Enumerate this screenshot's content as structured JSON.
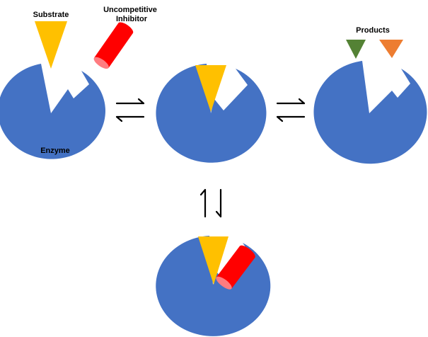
{
  "labels": {
    "substrate": "Substrate",
    "inhibitor_line1": "Uncompetitive",
    "inhibitor_line2": "Inhibitor",
    "products": "Products",
    "enzyme": "Enzyme"
  },
  "colors": {
    "enzyme": "#4472C4",
    "substrate": "#FFC000",
    "inhibitor": "#FF0000",
    "inhibitor_end": "#FF7C80",
    "product_1": "#548235",
    "product_2": "#ED7D31",
    "arrows": "#000000"
  }
}
